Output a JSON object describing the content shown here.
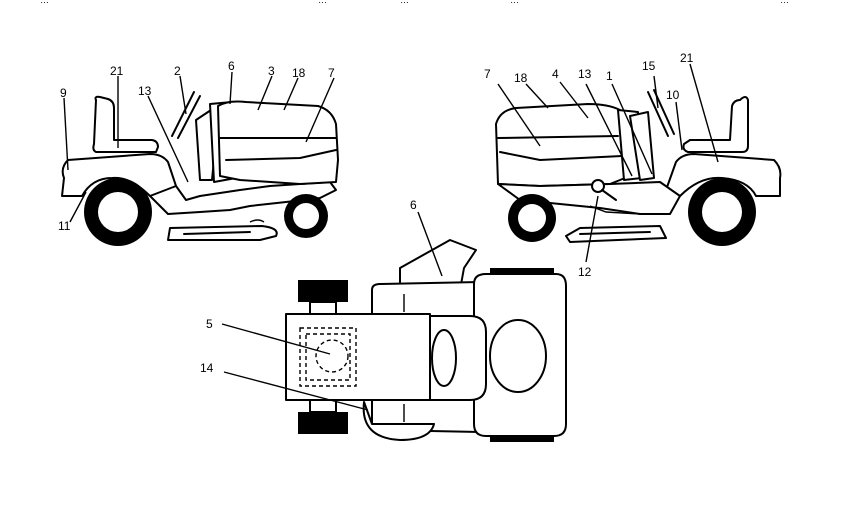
{
  "header": {
    "fragments": [
      "…",
      "…",
      "…",
      "…",
      "…"
    ]
  },
  "callouts": {
    "left": [
      "9",
      "21",
      "2",
      "13",
      "6",
      "3",
      "18",
      "7",
      "11"
    ],
    "right": [
      "7",
      "18",
      "4",
      "13",
      "1",
      "15",
      "21",
      "10",
      "12"
    ],
    "top": [
      "6",
      "5",
      "14"
    ]
  }
}
